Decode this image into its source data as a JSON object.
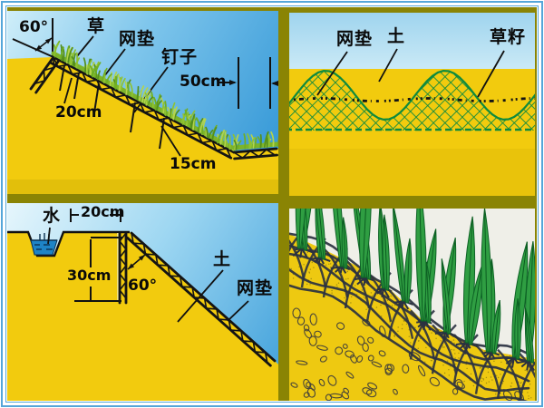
{
  "figure": {
    "title_hint": "geomat-slope-installation-diagram",
    "panel_top_left": {
      "angle_label": "60°",
      "grass_label": "草",
      "mat_label": "网垫",
      "nail_label": "钉子",
      "nail_spacing_label": "50cm",
      "anchor_depth_label": "20cm",
      "nail_length_label": "15cm"
    },
    "panel_top_right": {
      "mat_label": "网垫",
      "soil_label": "土",
      "seed_label": "草籽"
    },
    "panel_bottom_left": {
      "water_label": "水",
      "trench_width_label": "20cm",
      "trench_depth_label": "30cm",
      "angle_label": "60°",
      "soil_label": "土",
      "mat_label": "网垫"
    },
    "colors": {
      "frame_blue": "#55a6d9",
      "grid_olive": "#8a8404",
      "ground_yellow": "#f2cb0e",
      "sky_blue": "#2e94d5",
      "mesh_green": "#0d8a3e",
      "water_blue": "#1e84c6",
      "mat_black": "#141414"
    }
  }
}
